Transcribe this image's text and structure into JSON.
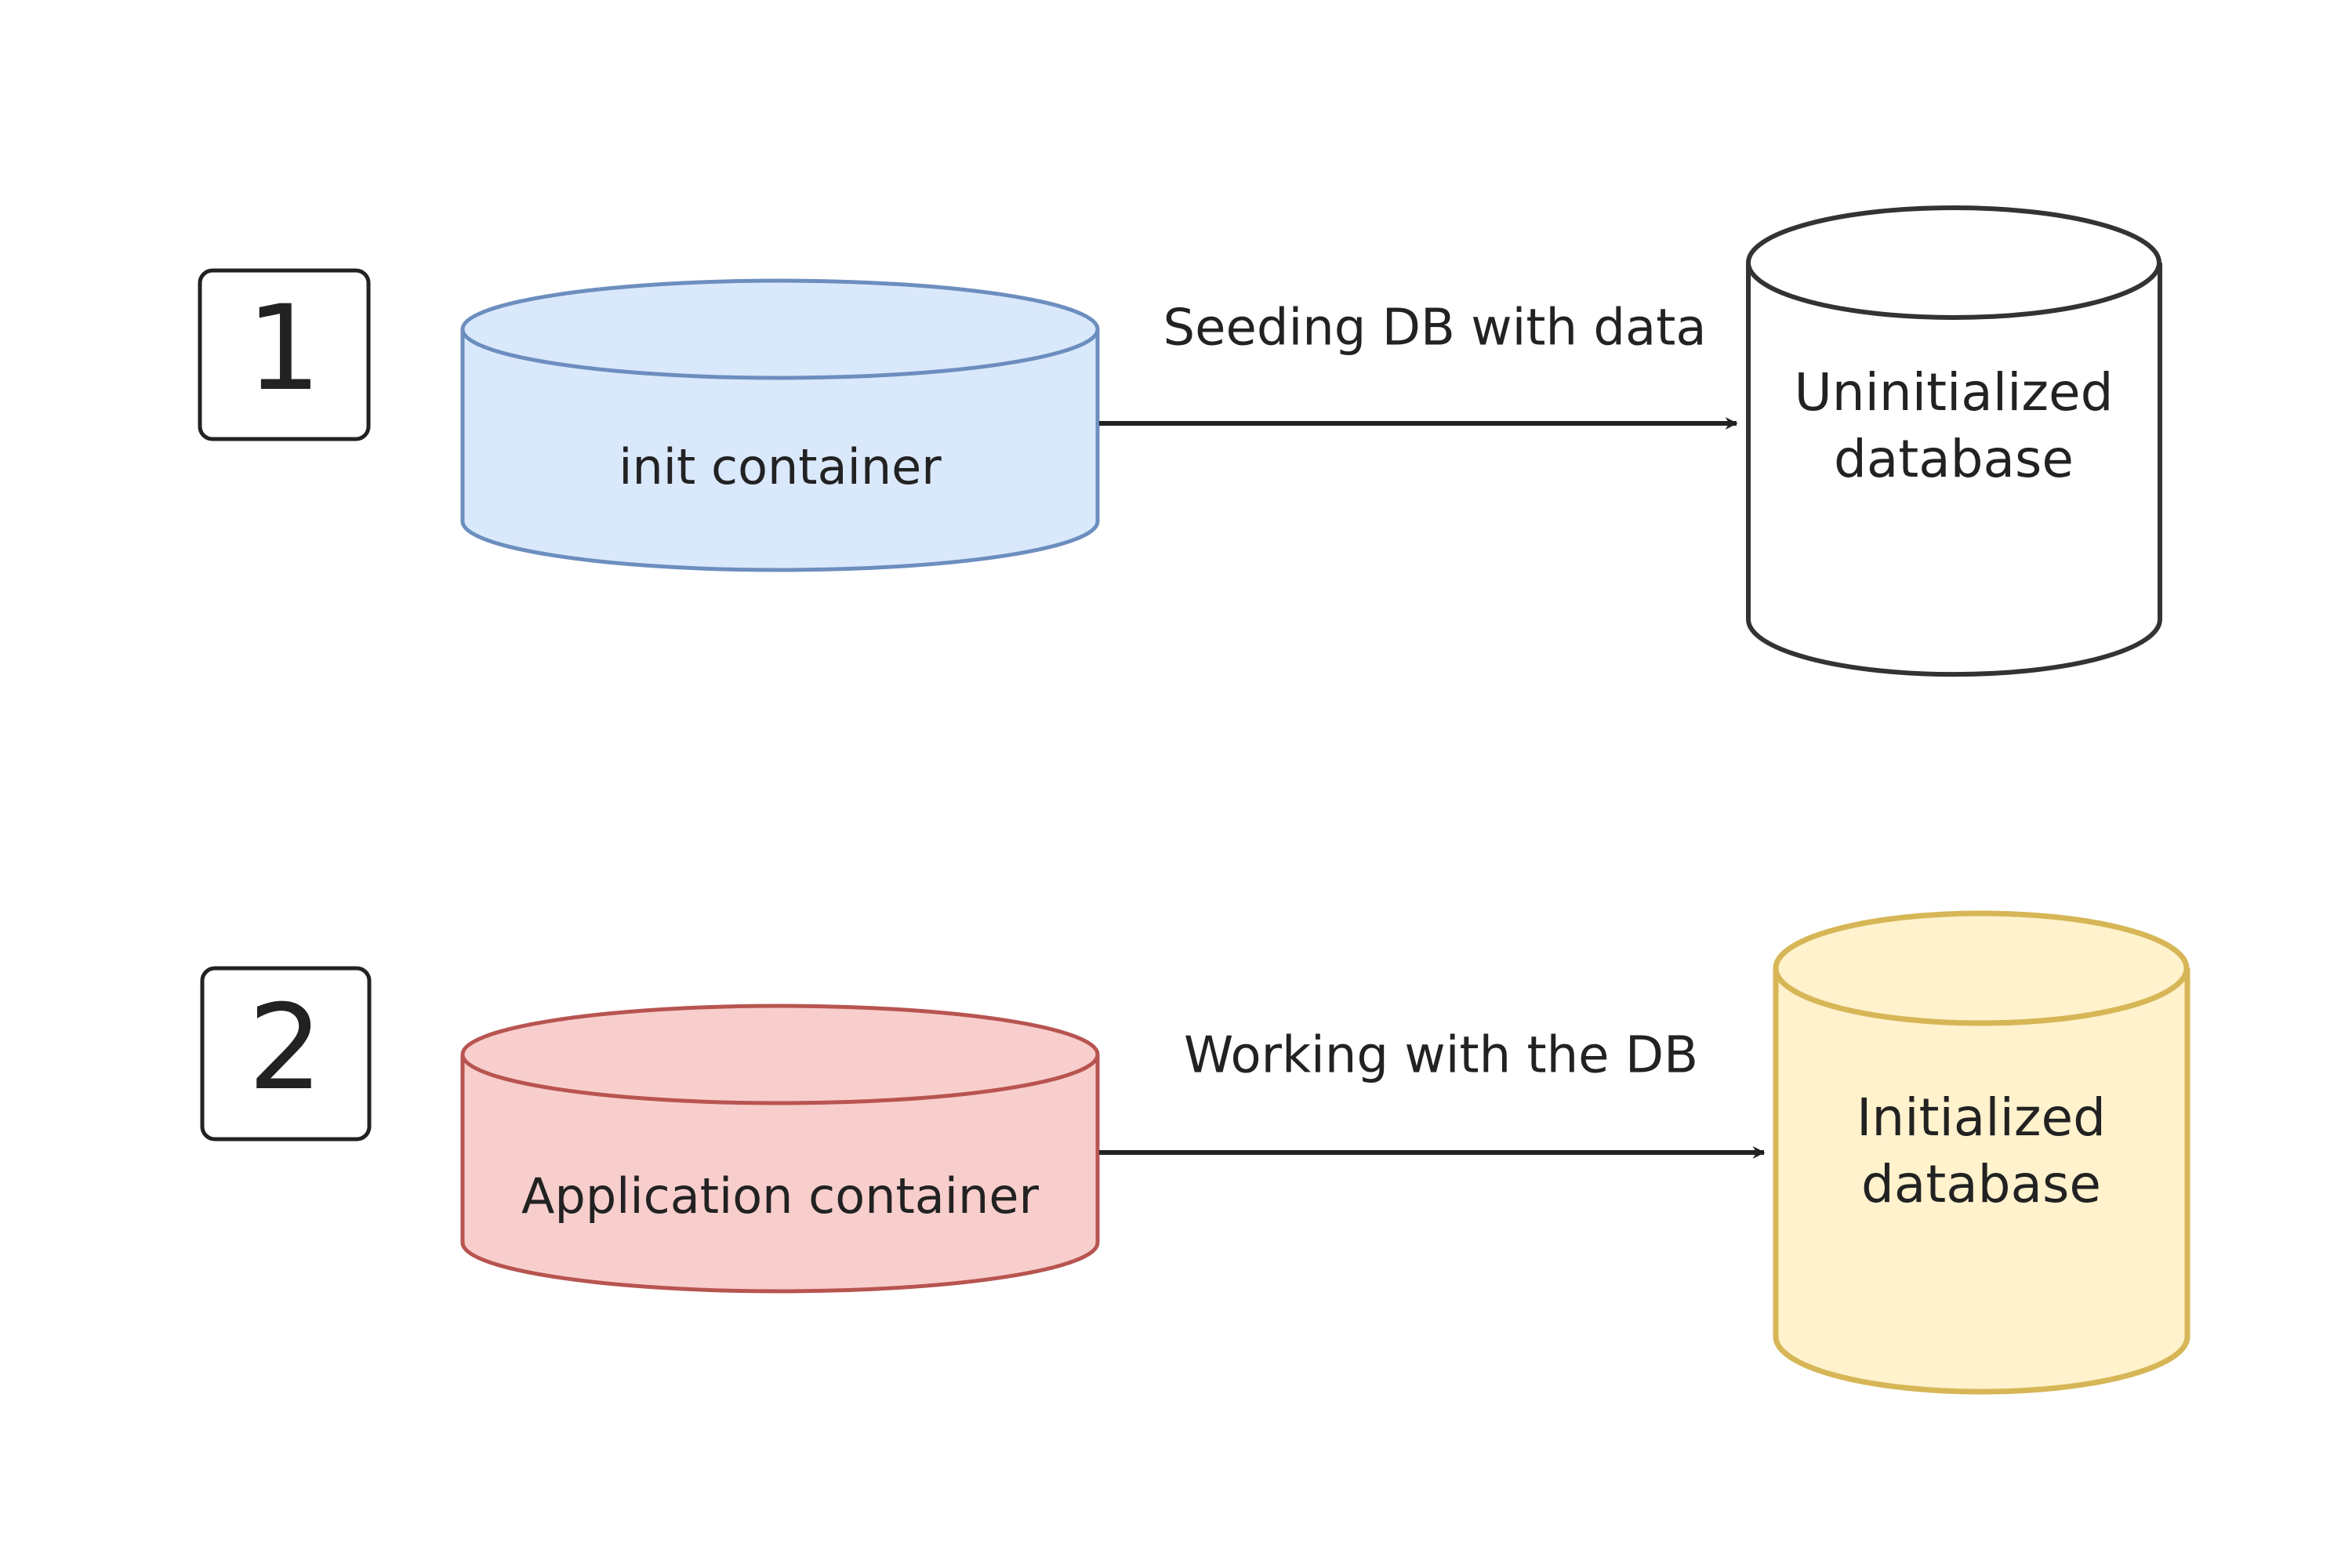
{
  "steps": [
    {
      "number": "1",
      "source": {
        "label": "init container",
        "fill": "#dae8fc",
        "stroke": "#6c8ebf"
      },
      "edge_label": "Seeding DB with data",
      "target": {
        "line1": "Uninitialized",
        "line2": "database",
        "fill": "#ffffff",
        "stroke": "#333333"
      }
    },
    {
      "number": "2",
      "source": {
        "label": "Application container",
        "fill": "#f8cecc",
        "stroke": "#b85450"
      },
      "edge_label": "Working with the DB",
      "target": {
        "line1": "Initialized",
        "line2": "database",
        "fill": "#fff2cc",
        "stroke": "#d6b656"
      }
    }
  ],
  "colors": {
    "ink": "#222222",
    "step_badge_stroke": "#222222"
  }
}
